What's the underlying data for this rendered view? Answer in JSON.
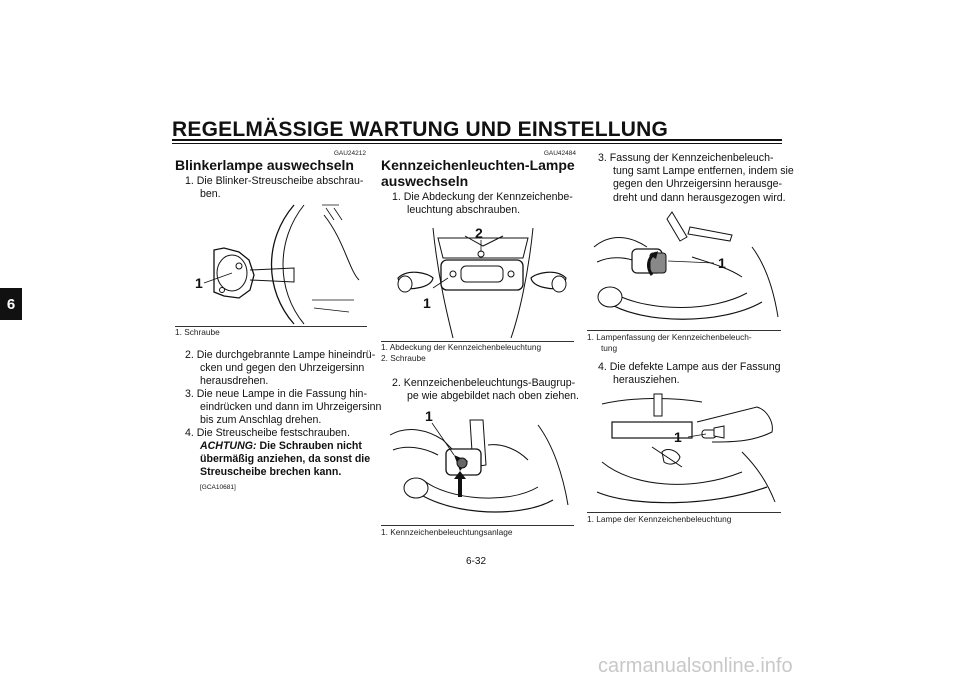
{
  "header": {
    "title": "REGELMÄSSIGE WARTUNG UND EINSTELLUNG"
  },
  "chapter_tab": "6",
  "left": {
    "code": "GAU24212",
    "heading": "Blinkerlampe auswechseln",
    "step1": [
      "1. Die Blinker-Streuscheibe abschrau-",
      "ben."
    ],
    "fig_label": "1",
    "caption": "1.  Schraube",
    "step2": [
      "2. Die durchgebrannte Lampe hineindrü-",
      "cken und gegen den Uhrzeigersinn",
      "herausdrehen."
    ],
    "step3": [
      "3. Die neue Lampe in die Fassung hin-",
      "eindrücken und dann im Uhrzeigersinn",
      "bis zum Anschlag drehen."
    ],
    "step4": "4. Die Streuscheibe festschrauben.",
    "warn_label": "ACHTUNG:",
    "warn_text1": " Die Schrauben nicht",
    "warn_text2": "übermäßig anziehen, da sonst die",
    "warn_text3": "Streuscheibe brechen kann.",
    "warn_code": "[GCA10681]"
  },
  "middle": {
    "code": "GAU42484",
    "heading": [
      "Kennzeichenleuchten-Lampe",
      "auswechseln"
    ],
    "step1": [
      "1. Die Abdeckung der Kennzeichenbe-",
      "leuchtung abschrauben."
    ],
    "fig1_labels": [
      "2",
      "1"
    ],
    "caption1": [
      "1.  Abdeckung der Kennzeichenbeleuchtung",
      "2.  Schraube"
    ],
    "step2": [
      "2. Kennzeichenbeleuchtungs-Baugrup-",
      "pe wie abgebildet nach oben ziehen."
    ],
    "fig2_label": "1",
    "caption2": "1.  Kennzeichenbeleuchtungsanlage"
  },
  "right": {
    "step3": [
      "3. Fassung der Kennzeichenbeleuch-",
      "tung samt Lampe entfernen, indem sie",
      "gegen den Uhrzeigersinn herausge-",
      "dreht und dann herausgezogen wird."
    ],
    "fig1_label": "1",
    "caption1": [
      "1.  Lampenfassung der Kennzeichenbeleuch-",
      "tung"
    ],
    "step4": [
      "4. Die defekte Lampe aus der Fassung",
      "herausziehen."
    ],
    "fig2_label": "1",
    "caption2": "1.  Lampe der Kennzeichenbeleuchtung"
  },
  "page_number": "6-32",
  "watermark": "carmanualsonline.info"
}
